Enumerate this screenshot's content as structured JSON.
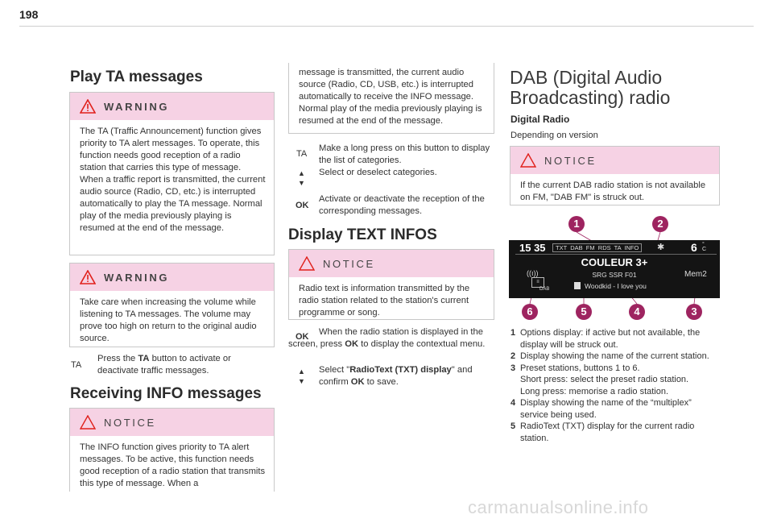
{
  "page_number": "198",
  "left": {
    "heading": "Play TA messages",
    "warning1": {
      "label": "WARNING",
      "text": "The TA (Traffic Announcement) function gives priority to TA alert messages. To operate, this function needs good reception of a radio station that carries this type of message. When a traffic report is transmitted, the current audio source (Radio, CD, etc.) is interrupted automatically to play the TA message. Normal play of the media previously playing is resumed at the end of the message."
    },
    "warning2": {
      "label": "WARNING",
      "text": "Take care when increasing the volume while listening to TA messages. The volume may prove too high on return to the original audio source."
    },
    "ta_symbol": "TA",
    "ta_text_a": "Press the ",
    "ta_text_b": "TA",
    "ta_text_c": " button to activate or deactivate traffic messages.",
    "heading2": "Receiving INFO messages",
    "notice": {
      "label": "NOTICE",
      "text": "The INFO function gives priority to TA alert messages. To be active, this function needs good reception of a radio station that transmits this type of message. When a"
    }
  },
  "middle": {
    "continued_text": "message is transmitted, the current audio source (Radio, CD, USB, etc.) is interrupted automatically to receive the INFO message. Normal play of the media previously playing is resumed at the end of the message.",
    "ta_symbol": "TA",
    "ta_text": "Make a long press on this button to display the list of categories.",
    "arrows_symbol": "▲\n▼",
    "arrows_text": "Select or deselect categories.",
    "ok_symbol": "OK",
    "ok_text": "Activate or deactivate the reception of the corresponding messages.",
    "heading": "Display TEXT INFOS",
    "notice": {
      "label": "NOTICE",
      "text": "Radio text is information transmitted by the radio station related to the station's current programme or song."
    },
    "ok2_symbol": "OK",
    "ok2_text_a": "When the radio station is displayed in the screen, press ",
    "ok2_text_b": "OK",
    "ok2_text_c": " to display the contextual menu.",
    "arrows2_symbol": "▲\n▼",
    "arrows2_text_a": "Select \"",
    "arrows2_text_b": "RadioText (TXT) display",
    "arrows2_text_c": "\" and confirm ",
    "arrows2_text_d": "OK",
    "arrows2_text_e": " to save."
  },
  "right": {
    "title": "DAB (Digital Audio Broadcasting) radio",
    "subheading": "Digital Radio",
    "depending": "Depending on version",
    "notice": {
      "label": "NOTICE",
      "text": "If the current DAB radio station is not available on FM, \"DAB FM\" is struck out."
    },
    "badges": {
      "b1": "1",
      "b2": "2",
      "b3": "3",
      "b4": "4",
      "b5": "5",
      "b6": "6"
    },
    "screen": {
      "time": "15 35",
      "indicators": "TXT  DAB  FM  RDS  TA  INFO",
      "temp": "6",
      "station": "COULEUR 3+",
      "multiplex": "SRG SSR F01",
      "preset": "Mem2",
      "radiotext": "Woodkid - I love you",
      "dab_label": "DAB"
    },
    "items": [
      {
        "n": "1",
        "text": "Options display: if active but not available, the display will be struck out."
      },
      {
        "n": "2",
        "text": "Display showing the name of the current station."
      },
      {
        "n": "3",
        "text": "Preset stations, buttons 1 to 6.\nShort press: select the preset radio station.\nLong press: memorise a radio station."
      },
      {
        "n": "4",
        "text": "Display showing the name of the “multiplex” service being used."
      },
      {
        "n": "5",
        "text": "RadioText (TXT) display for the current radio station."
      }
    ]
  },
  "watermark": "carmanualsonline.info",
  "colors": {
    "accent": "#9e2460",
    "box_header": "#f6d2e4"
  }
}
